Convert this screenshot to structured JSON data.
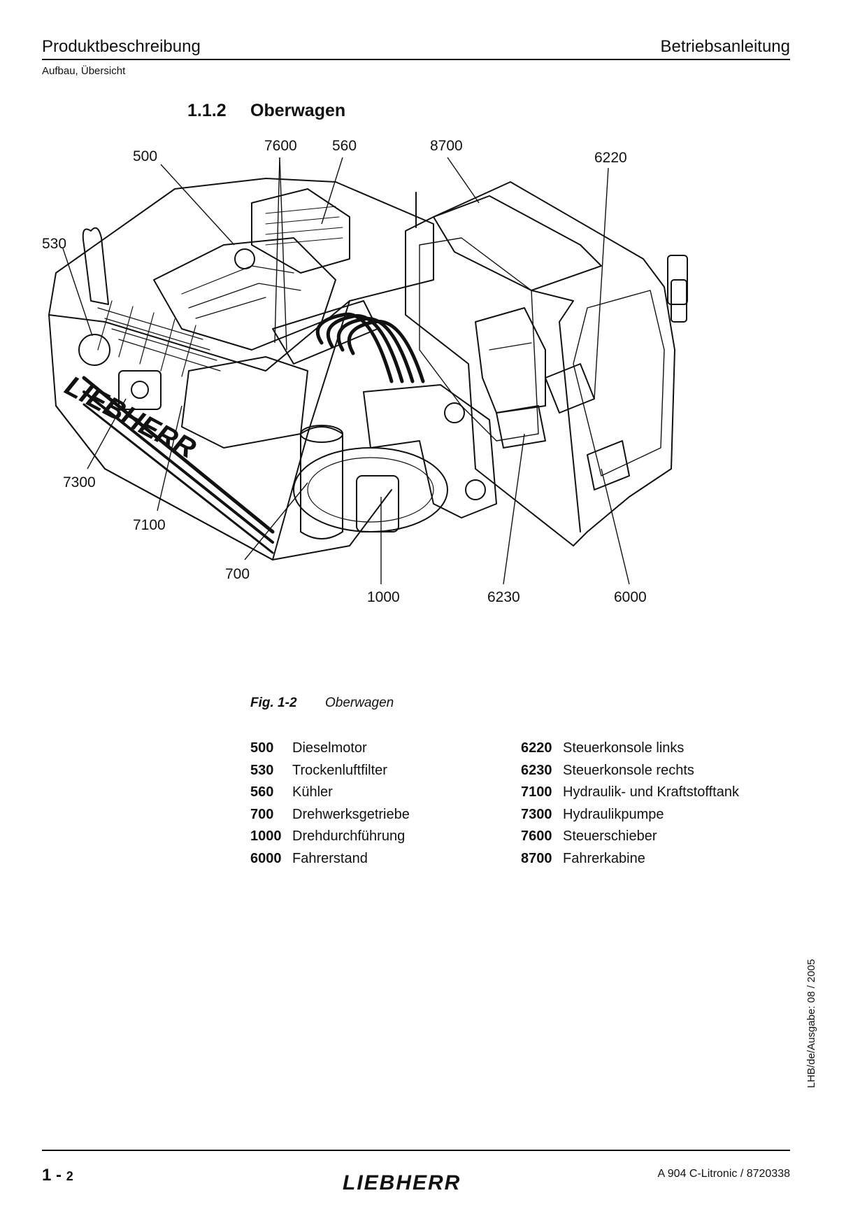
{
  "header": {
    "left": "Produktbeschreibung",
    "right": "Betriebsanleitung",
    "subtitle": "Aufbau, Übersicht"
  },
  "section": {
    "number": "1.1.2",
    "title": "Oberwagen"
  },
  "figure": {
    "callouts": [
      "500",
      "7600",
      "560",
      "8700",
      "6220",
      "530",
      "7300",
      "7100",
      "700",
      "1000",
      "6230",
      "6000"
    ],
    "brand_text": "LIEBHERR",
    "caption_label": "Fig. 1-2",
    "caption_text": "Oberwagen"
  },
  "legend": {
    "left": [
      {
        "code": "500",
        "label": "Dieselmotor"
      },
      {
        "code": "530",
        "label": "Trockenluftfilter"
      },
      {
        "code": "560",
        "label": "Kühler"
      },
      {
        "code": "700",
        "label": "Drehwerksgetriebe"
      },
      {
        "code": "1000",
        "label": "Drehdurchführung"
      },
      {
        "code": "6000",
        "label": "Fahrerstand"
      }
    ],
    "right": [
      {
        "code": "6220",
        "label": "Steuerkonsole links"
      },
      {
        "code": "6230",
        "label": "Steuerkonsole rechts"
      },
      {
        "code": "7100",
        "label": "Hydraulik- und Kraftstofftank"
      },
      {
        "code": "7300",
        "label": "Hydraulikpumpe"
      },
      {
        "code": "7600",
        "label": "Steuerschieber"
      },
      {
        "code": "8700",
        "label": "Fahrerkabine"
      }
    ]
  },
  "side_note": "LHB/de/Ausgabe: 08 / 2005",
  "footer": {
    "page_major": "1",
    "page_sep": " - ",
    "page_minor": "2",
    "doc_ref": "A 904 C-Litronic / 8720338",
    "logo_text": "LIEBHERR"
  }
}
